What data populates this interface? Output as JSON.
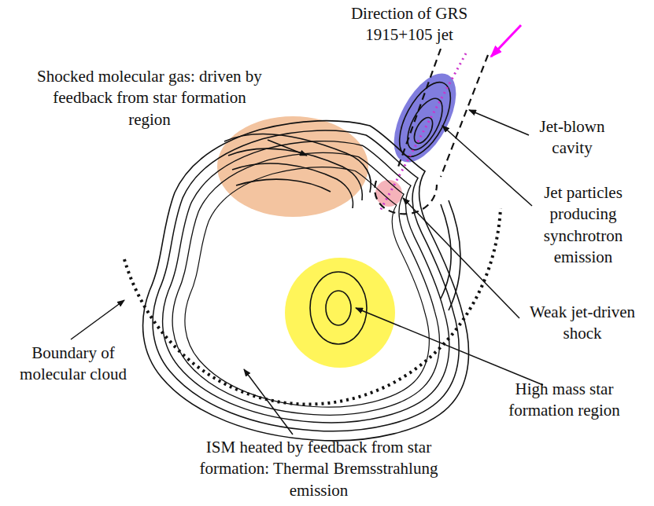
{
  "diagram": {
    "labels": [
      "Direction of GRS 1915+105 jet",
      "Shocked molecular gas: driven by feedback from star formation region",
      "Jet-blown cavity",
      "Jet particles producing synchrotron emission",
      "Weak jet-driven shock",
      "High mass star formation region",
      "Boundary of molecular cloud",
      "ISM heated by feedback from star formation: Thermal Bremsstrahlung emission"
    ]
  }
}
